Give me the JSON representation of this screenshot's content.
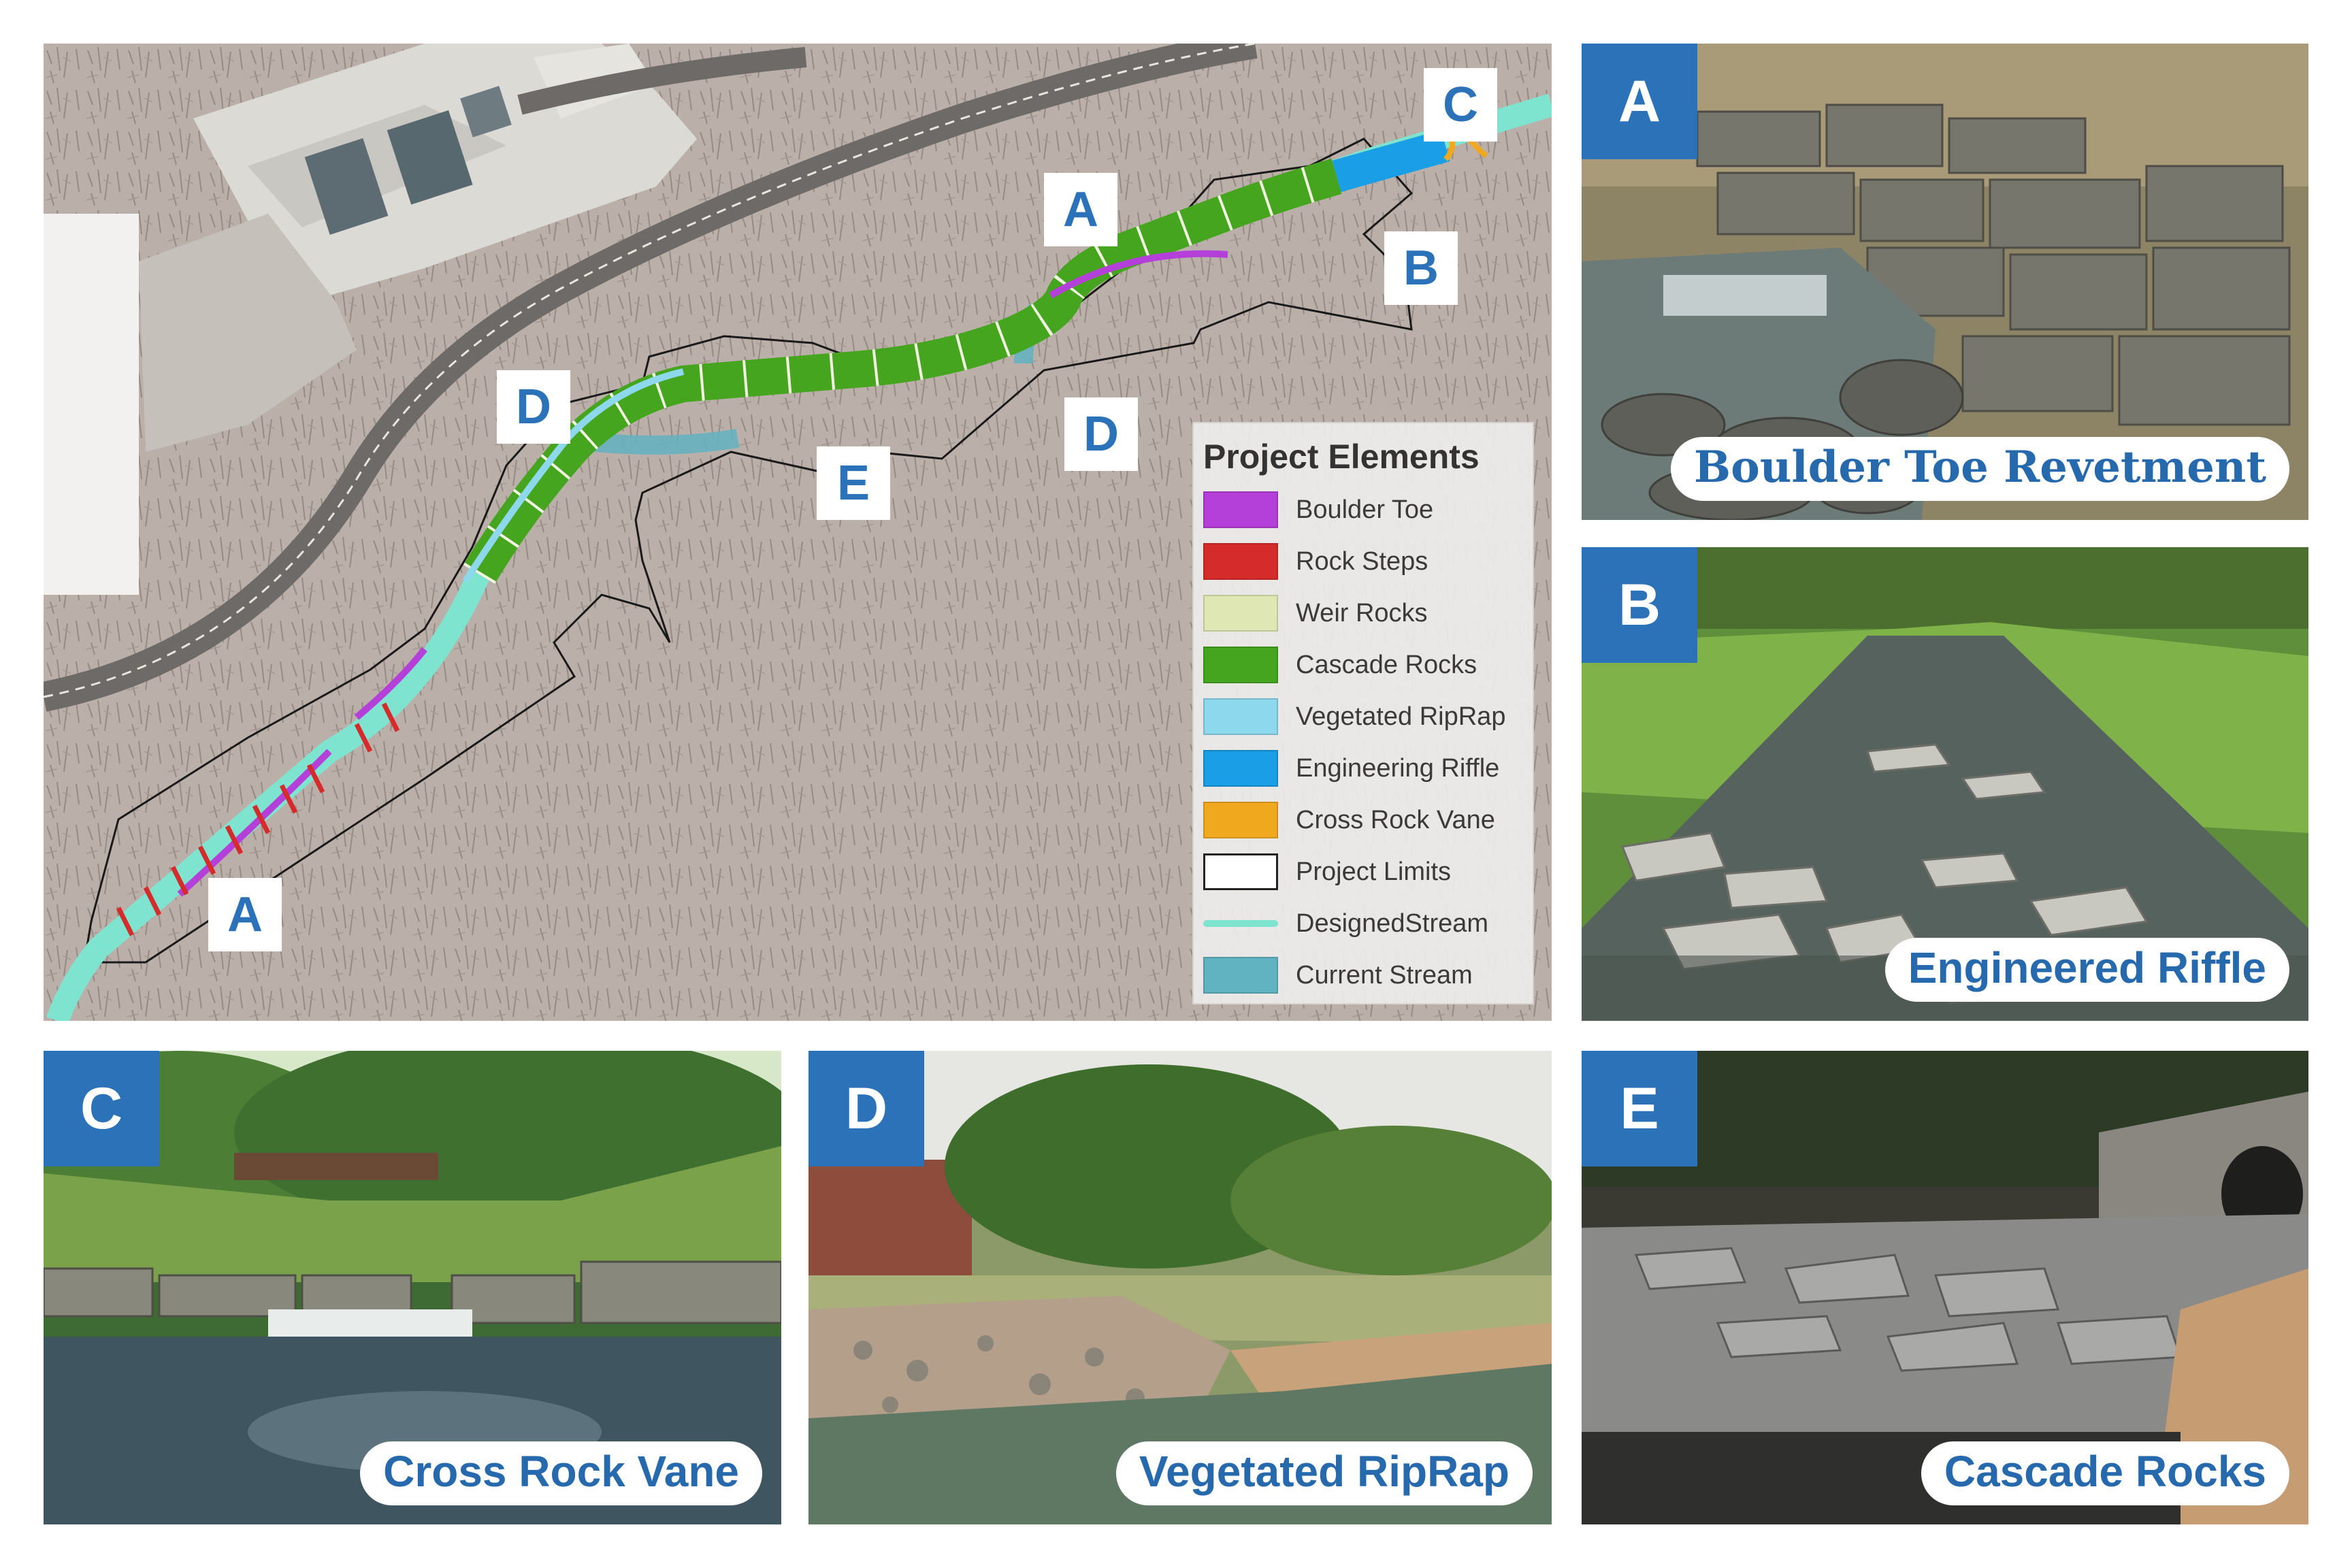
{
  "map": {
    "labels": [
      "A",
      "B",
      "C",
      "D",
      "D",
      "E",
      "A"
    ],
    "legend": {
      "title": "Project Elements",
      "items": [
        {
          "label": "Boulder Toe",
          "color": "#b53fd9",
          "kind": "fill"
        },
        {
          "label": "Rock Steps",
          "color": "#d62b2b",
          "kind": "fill"
        },
        {
          "label": "Weir Rocks",
          "color": "#dfe8b4",
          "kind": "fill"
        },
        {
          "label": "Cascade Rocks",
          "color": "#46a51f",
          "kind": "fill"
        },
        {
          "label": "Vegetated RipRap",
          "color": "#8ed8ee",
          "kind": "fill"
        },
        {
          "label": "Engineering Riffle",
          "color": "#1a9ee6",
          "kind": "fill"
        },
        {
          "label": "Cross Rock Vane",
          "color": "#f0a81e",
          "kind": "fill"
        },
        {
          "label": "Project Limits",
          "color": "#ffffff",
          "kind": "outline"
        },
        {
          "label": "DesignedStream",
          "color": "#7fe4cf",
          "kind": "line"
        },
        {
          "label": "Current Stream",
          "color": "#62b3c2",
          "kind": "fill"
        }
      ]
    }
  },
  "photos": [
    {
      "letter": "A",
      "caption": "Boulder Toe Revetment"
    },
    {
      "letter": "B",
      "caption": "Engineered Riffle"
    },
    {
      "letter": "C",
      "caption": "Cross Rock Vane"
    },
    {
      "letter": "D",
      "caption": "Vegetated RipRap"
    },
    {
      "letter": "E",
      "caption": "Cascade Rocks"
    }
  ],
  "colors": {
    "accent": "#2b72b8",
    "caption_text": "#2769ad"
  }
}
